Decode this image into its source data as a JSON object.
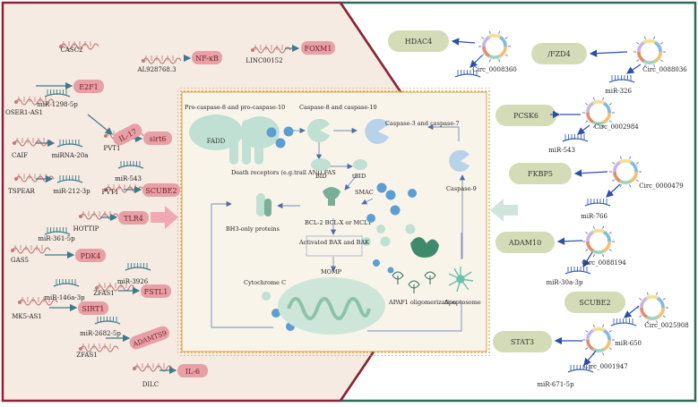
{
  "colors": {
    "left_bg": "#f5ebe3",
    "left_border": "#8e2434",
    "right_bg": "#ffffff",
    "right_border": "#2e6b5a",
    "center_bg": "#f9f4ea",
    "center_border": "#d8a23c",
    "pink_pill": "#e6a0a6",
    "pink_text": "#7a1d28",
    "green_pill": "#d4dcb7",
    "rna_left": "#b0504f",
    "rna_right": "#3b63b8",
    "arrow_left": "#3d7a8a",
    "arrow_right": "#2c4fa8",
    "mint": "#bfe0d2",
    "blue_dot": "#5c9ed4"
  },
  "left_panel": {
    "labels": {
      "casc2": "CASC2",
      "al928768": "AL928768.3",
      "linc00152": "LINC00152",
      "mir1298": "miR-1298-5p",
      "oser1": "OSER1-AS1",
      "caif": "CAIF",
      "mirna20a": "miRNA-20a",
      "pvt1a": "PVT1",
      "mir543l": "miR-543",
      "tspear": "TSPEAR",
      "mir212": "miR-212-3p",
      "pvt1b": "PVT1",
      "hottip": "HOTTIP",
      "mir361": "miR-361-5p",
      "gas5": "GAS5",
      "mir3926": "miR-3926",
      "zfas1a": "ZFAS1",
      "mir146a": "miR-146a-3p",
      "mk5": "MK5-AS1",
      "mir2682": "miR-2682-5p",
      "zfas1b": "ZFAS1",
      "dilc": "DILC"
    },
    "pills": {
      "il17": "IL-17",
      "nfkb": "NF-κB",
      "foxm1": "FOXM1",
      "e2f1": "E2F1",
      "sirt6": "sirt6",
      "scube2": "SCUBE2",
      "tlr4": "TLR4",
      "pdk4": "PDK4",
      "fstl1": "FSTL1",
      "sirt1": "SIRT1",
      "adamts9": "ADAMTS9",
      "il6": "IL-6"
    }
  },
  "center": {
    "procaspase": "Pro-caspase-8 and pro-caspase-10",
    "fadd": "FADD",
    "death_receptors": "Death receptors (e.g.trail AND FAS",
    "casp810": "Caspase-8 and caspase-10",
    "casp37": "Caspase-3 and caspase-7",
    "bid": "BID",
    "tbid": "tBID",
    "smac": "SMAC",
    "casp9": "Caspase-9",
    "bh3": "BH3-only proteins",
    "bcl2": "BCL-2 BCL-X or MCL1",
    "bax": "Activated BAX and BAK",
    "momp": "MOMP",
    "cytc": "Cytochrome C",
    "apaf1": "APAF1 oligomerization",
    "apoptosome": "Apoptosome"
  },
  "right_panel": {
    "labels": {
      "c8360": "Circ_0008360",
      "c8036": "Circ_0088036",
      "mir326": "miR-326",
      "c2984": "Circ_0002984",
      "mir543r": "miR-543",
      "c479": "Circ_0000479",
      "mir766": "miR-766",
      "c8194": "Circ_0088194",
      "mir30a": "miR-30a-3p",
      "c25908": "Circ_0025908",
      "mir650": "miR-650",
      "c1947": "Circ_0001947",
      "mir671": "miR-671-5p"
    },
    "pills": {
      "hdac4": "HDAC4",
      "fzd4": "/FZD4",
      "pcsk6": "PCSK6",
      "fkbp5": "FKBP5",
      "adam10": "ADAM10",
      "scube2r": "SCUBE2",
      "stat3": "STAT3"
    }
  }
}
